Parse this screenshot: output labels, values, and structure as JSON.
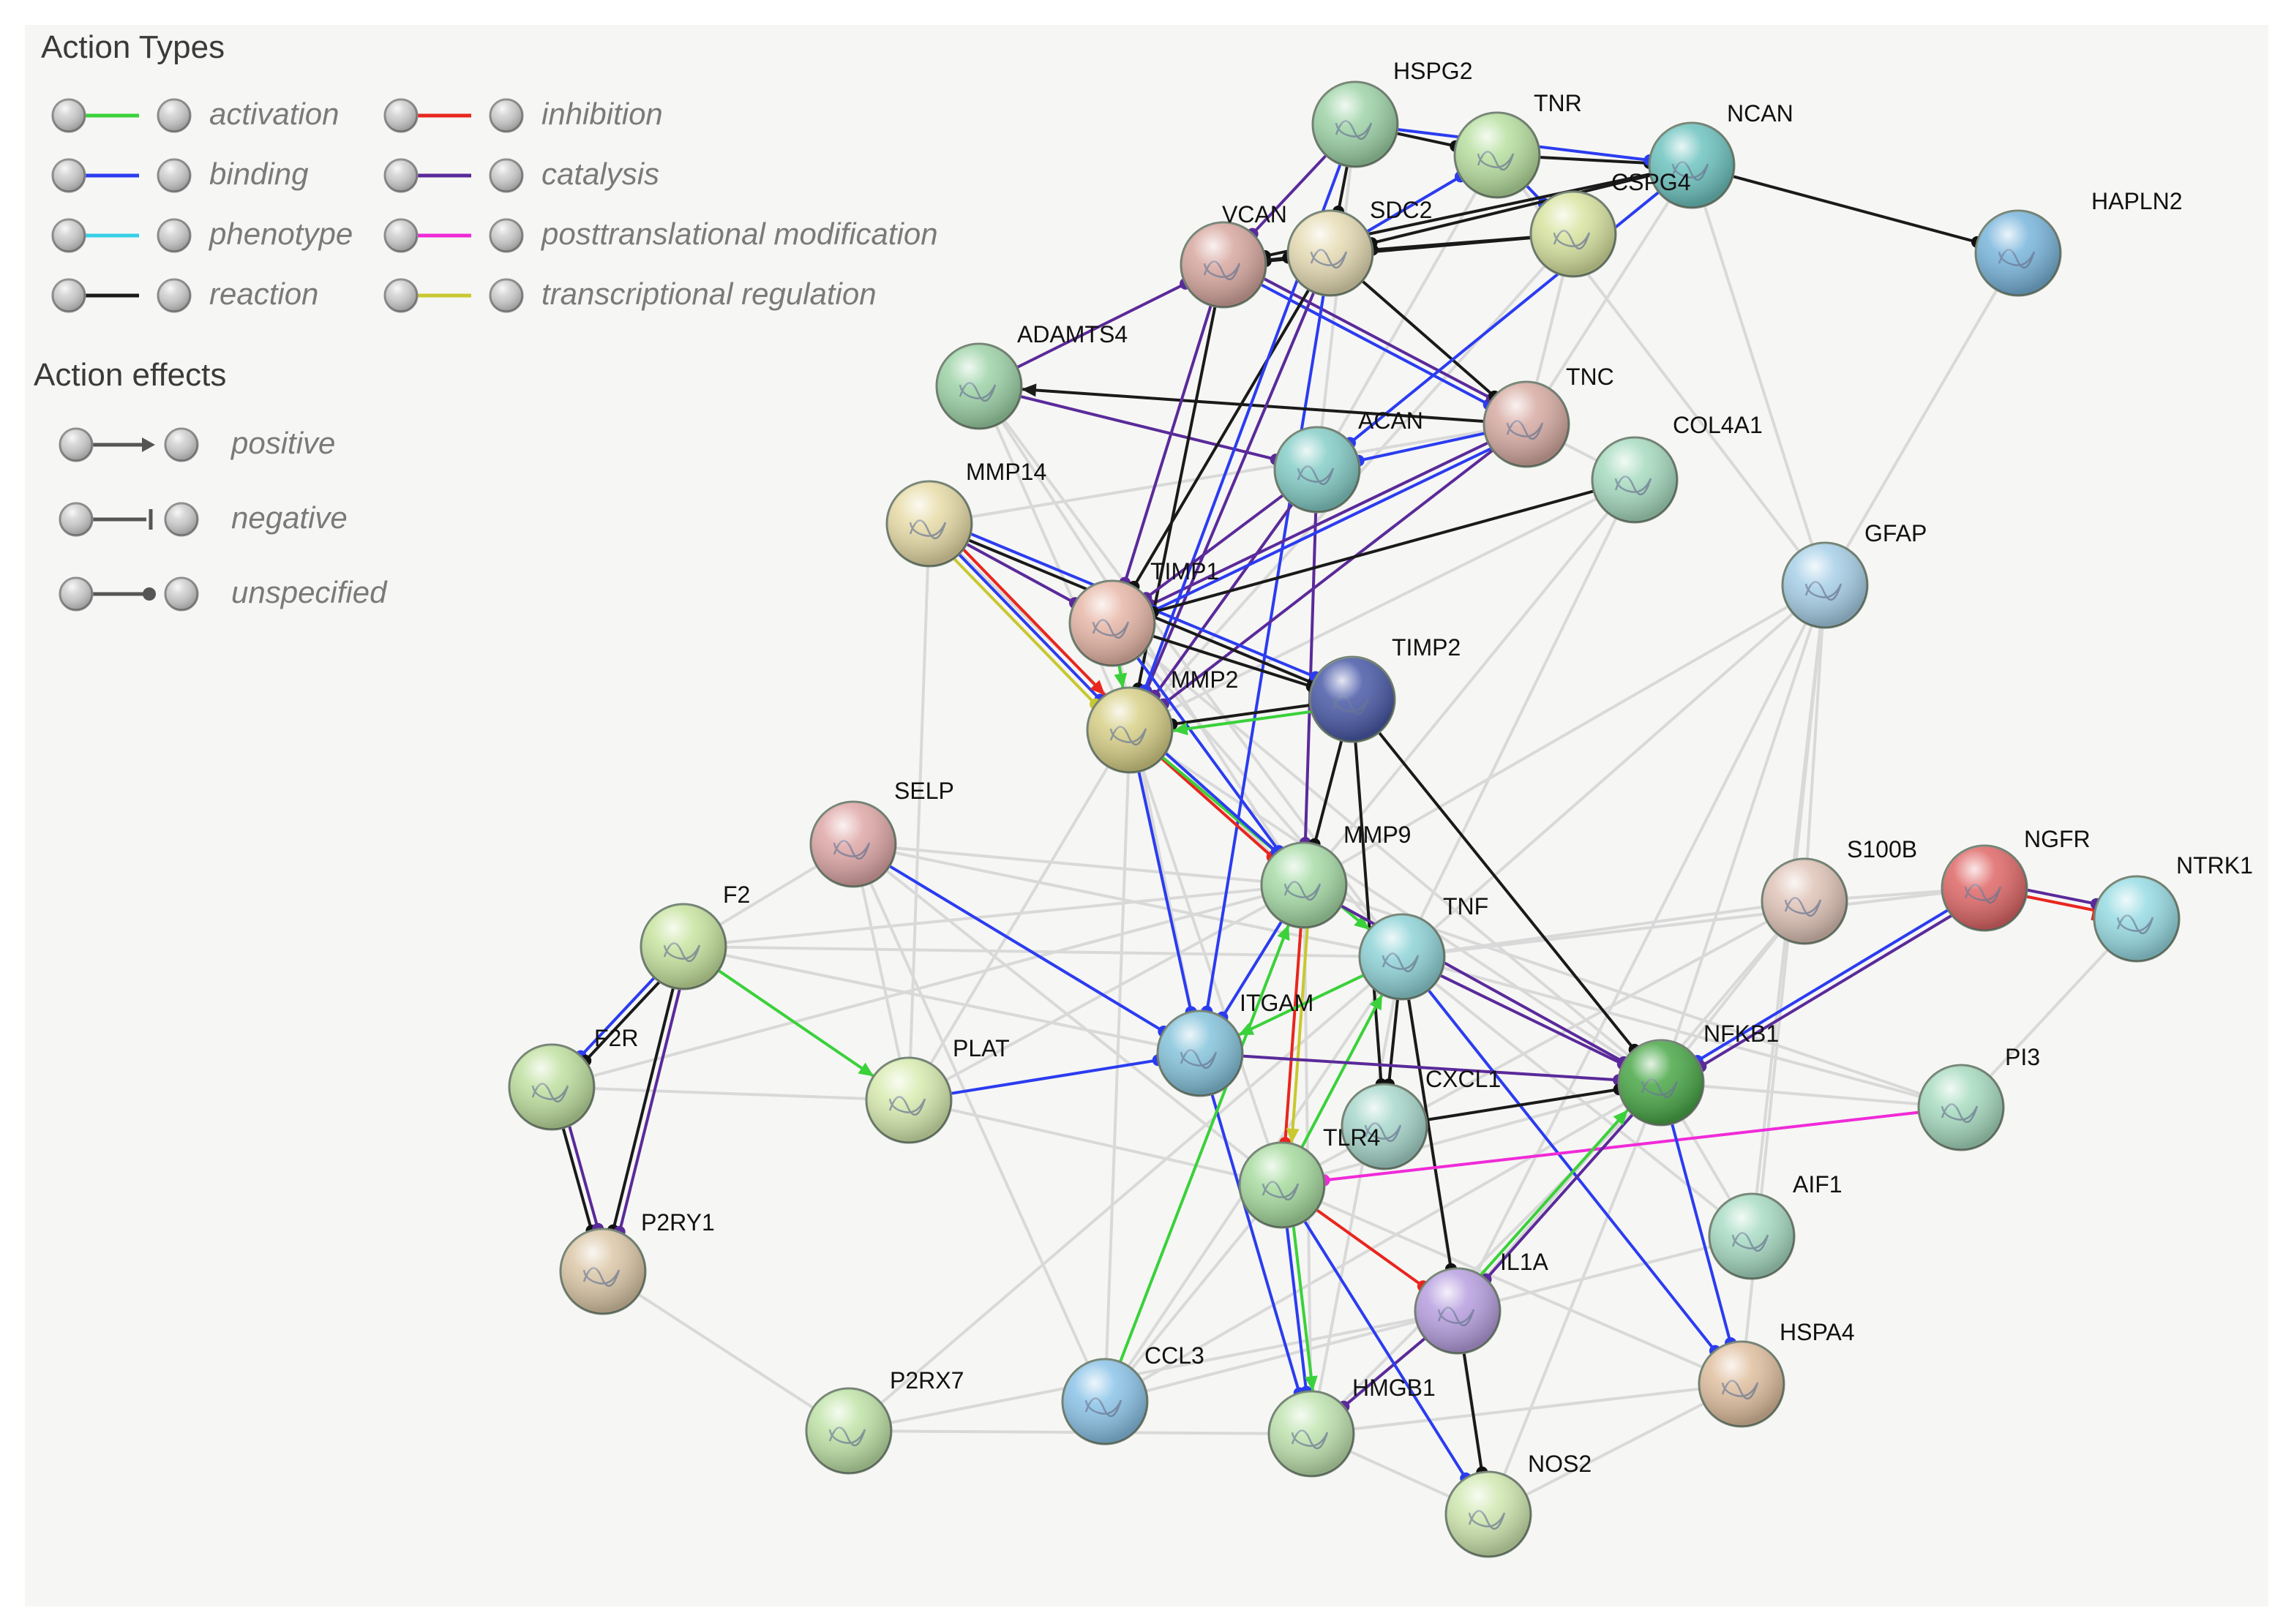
{
  "legend": {
    "action_types_title": "Action Types",
    "action_effects_title": "Action effects",
    "types": [
      {
        "label": "activation",
        "color": "#3ad13a"
      },
      {
        "label": "inhibition",
        "color": "#e8261e"
      },
      {
        "label": "binding",
        "color": "#2b3cf0"
      },
      {
        "label": "catalysis",
        "color": "#5a2a9a"
      },
      {
        "label": "phenotype",
        "color": "#35d0e6"
      },
      {
        "label": "posttranslational modification",
        "color": "#f02ad8"
      },
      {
        "label": "reaction",
        "color": "#1a1a1a"
      },
      {
        "label": "transcriptional regulation",
        "color": "#c8c830"
      }
    ],
    "effects": [
      {
        "label": "positive",
        "marker": "arrow"
      },
      {
        "label": "negative",
        "marker": "bar"
      },
      {
        "label": "unspecified",
        "marker": "dot"
      }
    ]
  },
  "nodes": [
    {
      "id": "HSPG2",
      "color": "#9fd4a8"
    },
    {
      "id": "TNR",
      "color": "#b8e0a0"
    },
    {
      "id": "NCAN",
      "color": "#6ec4c0"
    },
    {
      "id": "HAPLN2",
      "color": "#7ab6dc"
    },
    {
      "id": "VCAN",
      "color": "#d8a8a0"
    },
    {
      "id": "SDC2",
      "color": "#e6dcb4"
    },
    {
      "id": "CSPG4",
      "color": "#d8e4a0"
    },
    {
      "id": "ADAMTS4",
      "color": "#9ed4a8"
    },
    {
      "id": "TNC",
      "color": "#d8aca4"
    },
    {
      "id": "ACAN",
      "color": "#86cec8"
    },
    {
      "id": "COL4A1",
      "color": "#a8dcc0"
    },
    {
      "id": "MMP14",
      "color": "#e8dca8"
    },
    {
      "id": "GFAP",
      "color": "#a8d0e8"
    },
    {
      "id": "TIMP1",
      "color": "#e8b8a8"
    },
    {
      "id": "TIMP2",
      "color": "#4a5aa8"
    },
    {
      "id": "MMP2",
      "color": "#d8d088"
    },
    {
      "id": "SELP",
      "color": "#e0a8a8"
    },
    {
      "id": "F2",
      "color": "#c8e4a0"
    },
    {
      "id": "MMP9",
      "color": "#a8dca8"
    },
    {
      "id": "TNF",
      "color": "#90d4d8"
    },
    {
      "id": "S100B",
      "color": "#e0c4b8"
    },
    {
      "id": "NGFR",
      "color": "#e06868"
    },
    {
      "id": "NTRK1",
      "color": "#98dce4"
    },
    {
      "id": "F2R",
      "color": "#c0e0a0"
    },
    {
      "id": "PLAT",
      "color": "#d8ecb0"
    },
    {
      "id": "ITGAM",
      "color": "#86c4dc"
    },
    {
      "id": "NFKB1",
      "color": "#4aa848"
    },
    {
      "id": "CXCL1",
      "color": "#a8d8cc"
    },
    {
      "id": "PI3",
      "color": "#a8dcc0"
    },
    {
      "id": "TLR4",
      "color": "#a8dca0"
    },
    {
      "id": "AIF1",
      "color": "#a8dcc4"
    },
    {
      "id": "P2RY1",
      "color": "#dcc8a8"
    },
    {
      "id": "IL1A",
      "color": "#b8a0e0"
    },
    {
      "id": "HSPA4",
      "color": "#e0c0a0"
    },
    {
      "id": "P2RX7",
      "color": "#c0e4a8"
    },
    {
      "id": "CCL3",
      "color": "#8cc4e8"
    },
    {
      "id": "HMGB1",
      "color": "#c0e4b0"
    },
    {
      "id": "NOS2",
      "color": "#d0e8b0"
    }
  ],
  "edges_typed": [
    {
      "from": "HSPG2",
      "to": "TNR",
      "type": "reaction",
      "effect": "unspecified"
    },
    {
      "from": "HSPG2",
      "to": "SDC2",
      "type": "reaction",
      "effect": "unspecified"
    },
    {
      "from": "HSPG2",
      "to": "VCAN",
      "type": "catalysis",
      "effect": "unspecified"
    },
    {
      "from": "TNR",
      "to": "NCAN",
      "type": "reaction",
      "effect": "unspecified"
    },
    {
      "from": "TNR",
      "to": "CSPG4",
      "type": "binding",
      "effect": "unspecified"
    },
    {
      "from": "HSPG2",
      "to": "NCAN",
      "type": "binding",
      "effect": "unspecified"
    },
    {
      "from": "NCAN",
      "to": "HAPLN2",
      "type": "reaction",
      "effect": "unspecified"
    },
    {
      "from": "NCAN",
      "to": "VCAN",
      "type": "reaction",
      "effect": "unspecified"
    },
    {
      "from": "NCAN",
      "to": "SDC2",
      "type": "reaction",
      "effect": "unspecified"
    },
    {
      "from": "CSPG4",
      "to": "SDC2",
      "type": "reaction",
      "effect": "unspecified"
    },
    {
      "from": "CSPG4",
      "to": "VCAN",
      "type": "reaction",
      "effect": "unspecified"
    },
    {
      "from": "VCAN",
      "to": "SDC2",
      "type": "reaction",
      "effect": "unspecified"
    },
    {
      "from": "VCAN",
      "to": "TNC",
      "type": "binding",
      "effect": "unspecified"
    },
    {
      "from": "VCAN",
      "to": "TNC",
      "type": "catalysis",
      "effect": "unspecified"
    },
    {
      "from": "SDC2",
      "to": "TNC",
      "type": "reaction",
      "effect": "unspecified"
    },
    {
      "from": "SDC2",
      "to": "TNR",
      "type": "binding",
      "effect": "unspecified"
    },
    {
      "from": "NCAN",
      "to": "ACAN",
      "type": "binding",
      "effect": "unspecified"
    },
    {
      "from": "SDC2",
      "to": "ITGAM",
      "type": "binding",
      "effect": "unspecified"
    },
    {
      "from": "TNC",
      "to": "ADAMTS4",
      "type": "reaction",
      "effect": "positive"
    },
    {
      "from": "TNC",
      "to": "ACAN",
      "type": "binding",
      "effect": "unspecified"
    },
    {
      "from": "TNC",
      "to": "TIMP1",
      "type": "catalysis",
      "effect": "unspecified"
    },
    {
      "from": "TNC",
      "to": "MMP2",
      "type": "catalysis",
      "effect": "unspecified"
    },
    {
      "from": "ADAMTS4",
      "to": "ACAN",
      "type": "catalysis",
      "effect": "unspecified"
    },
    {
      "from": "ADAMTS4",
      "to": "VCAN",
      "type": "catalysis",
      "effect": "unspecified"
    },
    {
      "from": "VCAN",
      "to": "TIMP1",
      "type": "catalysis",
      "effect": "unspecified"
    },
    {
      "from": "VCAN",
      "to": "MMP2",
      "type": "reaction",
      "effect": "unspecified"
    },
    {
      "from": "SDC2",
      "to": "TIMP1",
      "type": "reaction",
      "effect": "unspecified"
    },
    {
      "from": "SDC2",
      "to": "MMP2",
      "type": "catalysis",
      "effect": "unspecified"
    },
    {
      "from": "HSPG2",
      "to": "MMP2",
      "type": "binding",
      "effect": "unspecified"
    },
    {
      "from": "ACAN",
      "to": "MMP9",
      "type": "catalysis",
      "effect": "unspecified"
    },
    {
      "from": "ACAN",
      "to": "MMP2",
      "type": "catalysis",
      "effect": "unspecified"
    },
    {
      "from": "MMP14",
      "to": "TIMP2",
      "type": "reaction",
      "effect": "unspecified"
    },
    {
      "from": "MMP14",
      "to": "MMP2",
      "type": "binding",
      "effect": "unspecified"
    },
    {
      "from": "MMP14",
      "to": "MMP2",
      "type": "inhibition",
      "effect": "positive"
    },
    {
      "from": "MMP14",
      "to": "MMP2",
      "type": "transcriptional regulation",
      "effect": "unspecified"
    },
    {
      "from": "MMP14",
      "to": "TIMP1",
      "type": "catalysis",
      "effect": "unspecified"
    },
    {
      "from": "MMP14",
      "to": "TIMP2",
      "type": "binding",
      "effect": "unspecified"
    },
    {
      "from": "TIMP1",
      "to": "TIMP2",
      "type": "reaction",
      "effect": "unspecified"
    },
    {
      "from": "TIMP1",
      "to": "MMP2",
      "type": "activation",
      "effect": "positive"
    },
    {
      "from": "TIMP1",
      "to": "MMP9",
      "type": "binding",
      "effect": "unspecified"
    },
    {
      "from": "TIMP2",
      "to": "MMP2",
      "type": "reaction",
      "effect": "unspecified"
    },
    {
      "from": "TIMP2",
      "to": "MMP2",
      "type": "activation",
      "effect": "positive"
    },
    {
      "from": "TIMP2",
      "to": "MMP9",
      "type": "reaction",
      "effect": "unspecified"
    },
    {
      "from": "TIMP2",
      "to": "NFKB1",
      "type": "reaction",
      "effect": "unspecified"
    },
    {
      "from": "TIMP2",
      "to": "CXCL1",
      "type": "reaction",
      "effect": "unspecified"
    },
    {
      "from": "MMP2",
      "to": "MMP9",
      "type": "inhibition",
      "effect": "unspecified"
    },
    {
      "from": "MMP2",
      "to": "ITGAM",
      "type": "binding",
      "effect": "unspecified"
    },
    {
      "from": "MMP2",
      "to": "TNF",
      "type": "activation",
      "effect": "positive"
    },
    {
      "from": "SELP",
      "to": "ITGAM",
      "type": "binding",
      "effect": "unspecified"
    },
    {
      "from": "F2",
      "to": "F2R",
      "type": "binding",
      "effect": "unspecified"
    },
    {
      "from": "F2",
      "to": "F2R",
      "type": "reaction",
      "effect": "unspecified"
    },
    {
      "from": "F2",
      "to": "P2RY1",
      "type": "reaction",
      "effect": "unspecified"
    },
    {
      "from": "F2",
      "to": "P2RY1",
      "type": "catalysis",
      "effect": "unspecified"
    },
    {
      "from": "F2R",
      "to": "P2RY1",
      "type": "reaction",
      "effect": "unspecified"
    },
    {
      "from": "F2R",
      "to": "P2RY1",
      "type": "catalysis",
      "effect": "unspecified"
    },
    {
      "from": "F2",
      "to": "PLAT",
      "type": "activation",
      "effect": "positive"
    },
    {
      "from": "PLAT",
      "to": "ITGAM",
      "type": "binding",
      "effect": "unspecified"
    },
    {
      "from": "MMP9",
      "to": "ITGAM",
      "type": "binding",
      "effect": "unspecified"
    },
    {
      "from": "MMP9",
      "to": "TLR4",
      "type": "inhibition",
      "effect": "unspecified"
    },
    {
      "from": "MMP9",
      "to": "TLR4",
      "type": "transcriptional regulation",
      "effect": "positive"
    },
    {
      "from": "MMP9",
      "to": "NFKB1",
      "type": "catalysis",
      "effect": "unspecified"
    },
    {
      "from": "TNF",
      "to": "NFKB1",
      "type": "catalysis",
      "effect": "unspecified"
    },
    {
      "from": "TNF",
      "to": "ITGAM",
      "type": "activation",
      "effect": "positive"
    },
    {
      "from": "TNF",
      "to": "IL1A",
      "type": "reaction",
      "effect": "unspecified"
    },
    {
      "from": "TNF",
      "to": "HSPA4",
      "type": "binding",
      "effect": "unspecified"
    },
    {
      "from": "TNF",
      "to": "CXCL1",
      "type": "reaction",
      "effect": "unspecified"
    },
    {
      "from": "TLR4",
      "to": "TNF",
      "type": "activation",
      "effect": "positive"
    },
    {
      "from": "ITGAM",
      "to": "NFKB1",
      "type": "catalysis",
      "effect": "unspecified"
    },
    {
      "from": "CXCL1",
      "to": "NFKB1",
      "type": "reaction",
      "effect": "unspecified"
    },
    {
      "from": "NGFR",
      "to": "NTRK1",
      "type": "inhibition",
      "effect": "negative"
    },
    {
      "from": "NGFR",
      "to": "NTRK1",
      "type": "catalysis",
      "effect": "unspecified"
    },
    {
      "from": "NGFR",
      "to": "NFKB1",
      "type": "binding",
      "effect": "unspecified"
    },
    {
      "from": "NGFR",
      "to": "NFKB1",
      "type": "catalysis",
      "effect": "unspecified"
    },
    {
      "from": "PI3",
      "to": "TLR4",
      "type": "posttranslational modification",
      "effect": "unspecified"
    },
    {
      "from": "NFKB1",
      "to": "HSPA4",
      "type": "binding",
      "effect": "unspecified"
    },
    {
      "from": "NFKB1",
      "to": "IL1A",
      "type": "catalysis",
      "effect": "unspecified"
    },
    {
      "from": "IL1A",
      "to": "NFKB1",
      "type": "activation",
      "effect": "positive"
    },
    {
      "from": "IL1A",
      "to": "NOS2",
      "type": "reaction",
      "effect": "unspecified"
    },
    {
      "from": "IL1A",
      "to": "HMGB1",
      "type": "catalysis",
      "effect": "unspecified"
    },
    {
      "from": "TLR4",
      "to": "HMGB1",
      "type": "binding",
      "effect": "unspecified"
    },
    {
      "from": "TLR4",
      "to": "HMGB1",
      "type": "activation",
      "effect": "positive"
    },
    {
      "from": "TLR4",
      "to": "IL1A",
      "type": "inhibition",
      "effect": "unspecified"
    },
    {
      "from": "ITGAM",
      "to": "HMGB1",
      "type": "binding",
      "effect": "unspecified"
    },
    {
      "from": "MMP2",
      "to": "MMP9",
      "type": "binding",
      "effect": "unspecified"
    },
    {
      "from": "CCL3",
      "to": "MMP9",
      "type": "activation",
      "effect": "positive"
    },
    {
      "from": "TLR4",
      "to": "NOS2",
      "type": "binding",
      "effect": "unspecified"
    },
    {
      "from": "TNC",
      "to": "TIMP1",
      "type": "binding",
      "effect": "unspecified"
    },
    {
      "from": "ACAN",
      "to": "TIMP1",
      "type": "catalysis",
      "effect": "unspecified"
    },
    {
      "from": "COL4A1",
      "to": "TIMP1",
      "type": "reaction",
      "effect": "unspecified"
    }
  ],
  "edges_plain": [
    [
      "NCAN",
      "GFAP"
    ],
    [
      "HAPLN2",
      "GFAP"
    ],
    [
      "TNR",
      "GFAP"
    ],
    [
      "GFAP",
      "S100B"
    ],
    [
      "GFAP",
      "AIF1"
    ],
    [
      "GFAP",
      "HSPA4"
    ],
    [
      "GFAP",
      "MMP9"
    ],
    [
      "GFAP",
      "TNF"
    ],
    [
      "GFAP",
      "NFKB1"
    ],
    [
      "GFAP",
      "IL1A"
    ],
    [
      "COL4A1",
      "MMP9"
    ],
    [
      "COL4A1",
      "TNF"
    ],
    [
      "COL4A1",
      "MMP2"
    ],
    [
      "COL4A1",
      "TNC"
    ],
    [
      "S100B",
      "NFKB1"
    ],
    [
      "S100B",
      "TNF"
    ],
    [
      "S100B",
      "TLR4"
    ],
    [
      "S100B",
      "IL1A"
    ],
    [
      "AIF1",
      "TNF"
    ],
    [
      "AIF1",
      "IL1A"
    ],
    [
      "AIF1",
      "NFKB1"
    ],
    [
      "HSPA4",
      "TLR4"
    ],
    [
      "HSPA4",
      "HMGB1"
    ],
    [
      "PI3",
      "MMP9"
    ],
    [
      "PI3",
      "NFKB1"
    ],
    [
      "PI3",
      "NTRK1"
    ],
    [
      "SELP",
      "F2"
    ],
    [
      "SELP",
      "TNF"
    ],
    [
      "SELP",
      "PLAT"
    ],
    [
      "SELP",
      "MMP9"
    ],
    [
      "SELP",
      "CCL3"
    ],
    [
      "F2",
      "MMP9"
    ],
    [
      "F2",
      "ITGAM"
    ],
    [
      "F2R",
      "PLAT"
    ],
    [
      "F2R",
      "MMP9"
    ],
    [
      "P2RY1",
      "P2RX7"
    ],
    [
      "P2RX7",
      "TNF"
    ],
    [
      "P2RX7",
      "IL1A"
    ],
    [
      "P2RX7",
      "HMGB1"
    ],
    [
      "PLAT",
      "MMP9"
    ],
    [
      "PLAT",
      "MMP2"
    ],
    [
      "PLAT",
      "TLR4"
    ],
    [
      "CCL3",
      "TNF"
    ],
    [
      "CCL3",
      "IL1A"
    ],
    [
      "CCL3",
      "TLR4"
    ],
    [
      "CCL3",
      "NFKB1"
    ],
    [
      "CCL3",
      "MMP2"
    ],
    [
      "HMGB1",
      "TNF"
    ],
    [
      "HMGB1",
      "NFKB1"
    ],
    [
      "NOS2",
      "NFKB1"
    ],
    [
      "NOS2",
      "TNF"
    ],
    [
      "NOS2",
      "HSPA4"
    ],
    [
      "NOS2",
      "HMGB1"
    ],
    [
      "MMP14",
      "TNC"
    ],
    [
      "MMP14",
      "MMP9"
    ],
    [
      "MMP14",
      "PLAT"
    ],
    [
      "ADAMTS4",
      "MMP9"
    ],
    [
      "ADAMTS4",
      "TNF"
    ],
    [
      "ADAMTS4",
      "MMP2"
    ],
    [
      "HSPG2",
      "ACAN"
    ],
    [
      "TNR",
      "ACAN"
    ],
    [
      "NCAN",
      "TNC"
    ],
    [
      "CSPG4",
      "TNC"
    ],
    [
      "CSPG4",
      "MMP2"
    ],
    [
      "TIMP1",
      "TNF"
    ],
    [
      "TIMP1",
      "NFKB1"
    ],
    [
      "TNF",
      "PI3"
    ],
    [
      "TNF",
      "NGFR"
    ],
    [
      "MMP2",
      "NFKB1"
    ],
    [
      "MMP2",
      "TLR4"
    ],
    [
      "TIMP1",
      "ITGAM"
    ],
    [
      "F2",
      "TNF"
    ],
    [
      "MMP9",
      "HMGB1"
    ],
    [
      "SELP",
      "TLR4"
    ],
    [
      "NGFR",
      "S100B"
    ],
    [
      "TLR4",
      "NFKB1"
    ]
  ]
}
